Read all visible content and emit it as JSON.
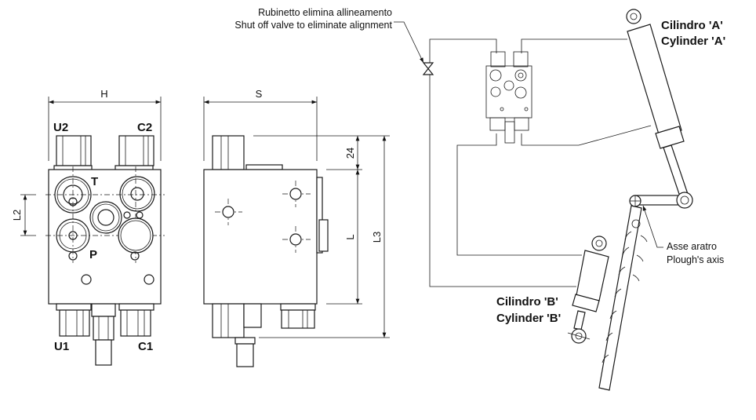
{
  "front_view": {
    "dim_width": "H",
    "dim_port_spacing": "L2",
    "ports": {
      "U2": "U2",
      "C2": "C2",
      "U1": "U1",
      "C1": "C1",
      "T": "T",
      "P": "P"
    }
  },
  "side_view": {
    "dim_depth": "S",
    "dim_top": "24",
    "dim_body": "L",
    "dim_total": "L3"
  },
  "circuit": {
    "valve_note_it": "Rubinetto elimina allineamento",
    "valve_note_en": "Shut off valve to eliminate alignment",
    "cyl_a_it": "Cilindro 'A'",
    "cyl_a_en": "Cylinder 'A'",
    "cyl_b_it": "Cilindro 'B'",
    "cyl_b_en": "Cylinder 'B'",
    "axis_it": "Asse aratro",
    "axis_en": "Plough's axis"
  }
}
